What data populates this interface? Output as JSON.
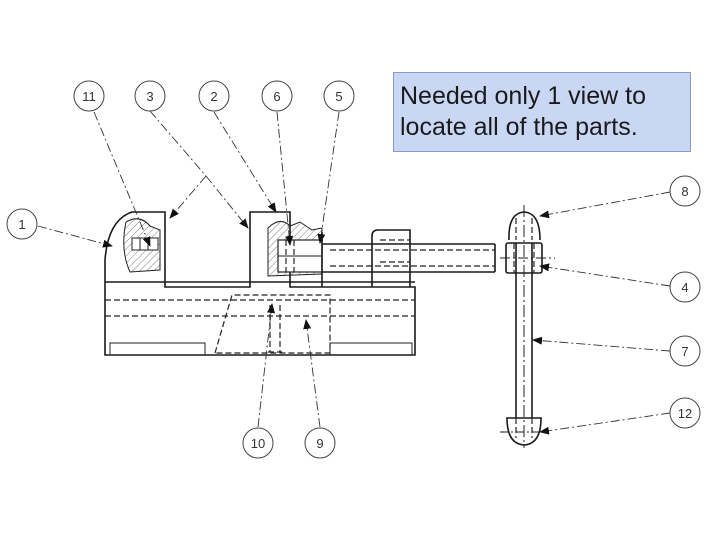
{
  "callout": {
    "line1": "Needed only 1 view to",
    "line2": "locate all of the parts."
  },
  "balloons": [
    {
      "id": "b11",
      "label": "11"
    },
    {
      "id": "b3",
      "label": "3"
    },
    {
      "id": "b2",
      "label": "2"
    },
    {
      "id": "b6",
      "label": "6"
    },
    {
      "id": "b5",
      "label": "5"
    },
    {
      "id": "b1",
      "label": "1"
    },
    {
      "id": "b8",
      "label": "8"
    },
    {
      "id": "b4",
      "label": "4"
    },
    {
      "id": "b7",
      "label": "7"
    },
    {
      "id": "b12",
      "label": "12"
    },
    {
      "id": "b10",
      "label": "10"
    },
    {
      "id": "b9",
      "label": "9"
    }
  ]
}
